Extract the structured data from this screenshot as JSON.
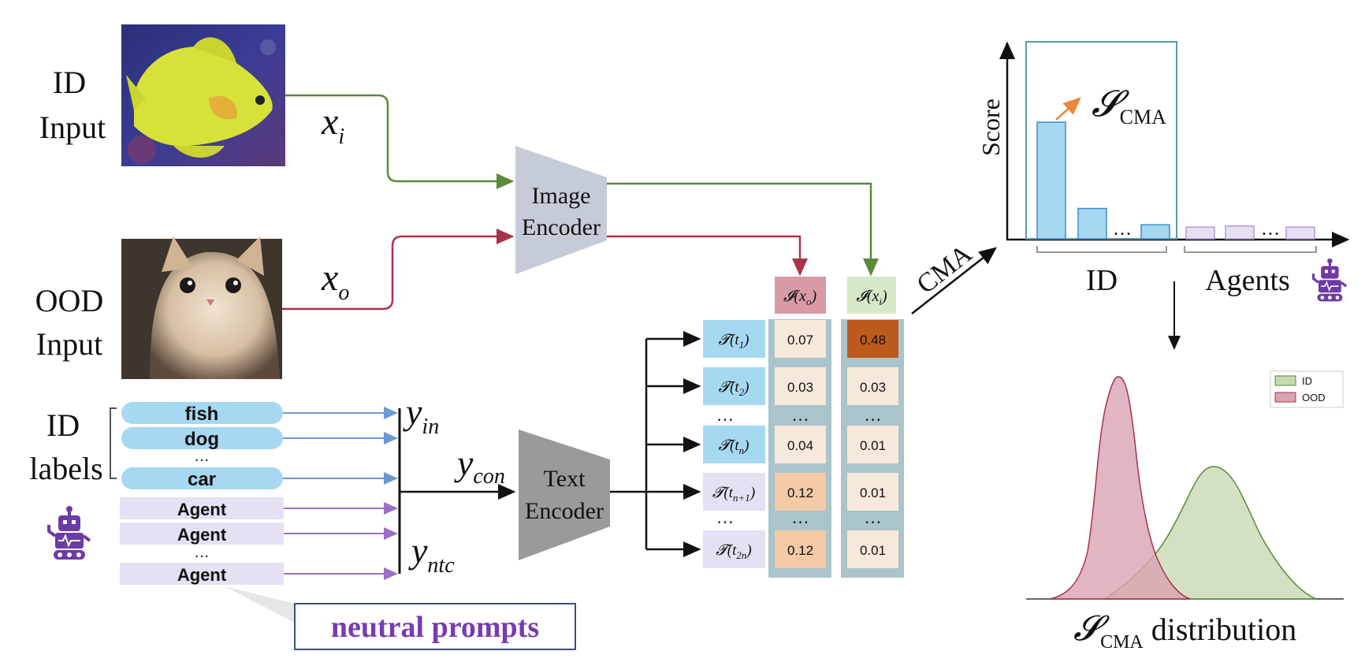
{
  "inputs": {
    "id_input": [
      "ID",
      "Input"
    ],
    "ood_input": [
      "OOD",
      "Input"
    ],
    "id_labels": [
      "ID",
      "labels"
    ],
    "x_i": {
      "base": "x",
      "sub": "i"
    },
    "x_o": {
      "base": "x",
      "sub": "o"
    }
  },
  "labels": {
    "id_items": [
      "fish",
      "dog",
      "…",
      "car"
    ],
    "agent_items": [
      "Agent",
      "Agent",
      "…",
      "Agent"
    ],
    "neutral_prompts": "neutral prompts"
  },
  "y_vars": {
    "y_in": {
      "base": "y",
      "sub": "in"
    },
    "y_con": {
      "base": "y",
      "sub": "con"
    },
    "y_ntc": {
      "base": "y",
      "sub": "ntc"
    }
  },
  "encoders": {
    "image": [
      "Image",
      "Encoder"
    ],
    "text": [
      "Text",
      "Encoder"
    ]
  },
  "table": {
    "head_o": {
      "base": "𝓘(x",
      "sub": "o",
      "tail": ")"
    },
    "head_i": {
      "base": "𝓘(x",
      "sub": "i",
      "tail": ")"
    },
    "rows": [
      {
        "t_base": "𝓣(t",
        "t_sub": "1",
        "o": "0.07",
        "i": "0.48"
      },
      {
        "t_base": "𝓣(t",
        "t_sub": "2",
        "o": "0.03",
        "i": "0.03"
      },
      {
        "t_base": "…",
        "t_sub": "",
        "o": "…",
        "i": "…"
      },
      {
        "t_base": "𝓣(t",
        "t_sub": "n",
        "o": "0.04",
        "i": "0.01"
      },
      {
        "t_base": "𝓣(t",
        "t_sub": "n+1",
        "o": "0.12",
        "i": "0.01"
      },
      {
        "t_base": "…",
        "t_sub": "",
        "o": "…",
        "i": "…"
      },
      {
        "t_base": "𝓣(t",
        "t_sub": "2n",
        "o": "0.12",
        "i": "0.01"
      }
    ]
  },
  "cma_arrow_label": "CMA",
  "score_chart": {
    "ylabel": "Score",
    "annotation": {
      "base": "𝓢",
      "sub": "CMA"
    },
    "group_labels": [
      "ID",
      "Agents"
    ],
    "ellipsis": "…",
    "id_bars": [
      1.0,
      0.26,
      0.12
    ],
    "agent_bars": [
      0.1,
      0.11,
      0.1
    ]
  },
  "distribution": {
    "legend": [
      "ID",
      "OOD"
    ],
    "title": {
      "base": "𝓢",
      "sub": "CMA",
      "tail": " distribution"
    }
  },
  "colors": {
    "green": "#5a8a3a",
    "red": "#a8344a",
    "blue_label": "#a7d8f2",
    "purple_label": "#e6e0f5",
    "purple_arrow": "#9b6fc5",
    "blue_arrow": "#6a9bd0",
    "table_bg": "#a9c4cb",
    "cell": "#f7e8dc",
    "cell_med": "#f3c9a6",
    "cell_hot": "#bc5a1e",
    "robot": "#6c3ba6"
  }
}
